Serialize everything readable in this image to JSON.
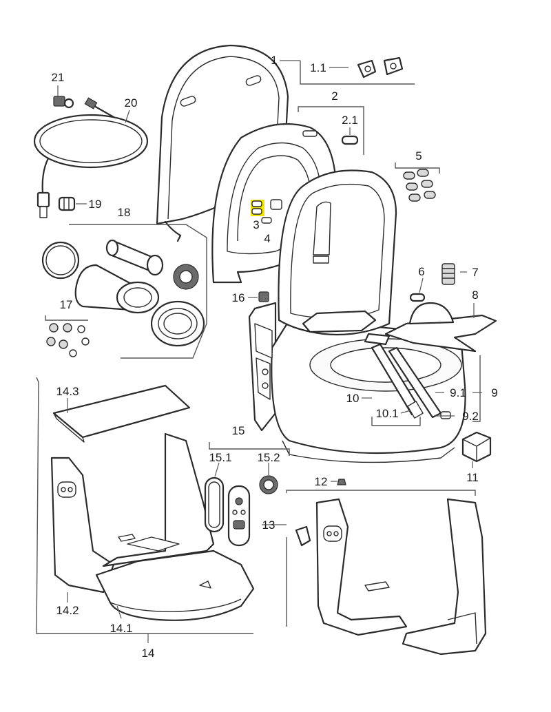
{
  "labels": {
    "p1": "1",
    "p1_1": "1.1",
    "p2": "2",
    "p2_1": "2.1",
    "p3": "3",
    "p4": "4",
    "p5": "5",
    "p6": "6",
    "p7": "7",
    "p8": "8",
    "p9": "9",
    "p9_1": "9.1",
    "p9_2": "9.2",
    "p10": "10",
    "p10_1": "10.1",
    "p11": "11",
    "p12": "12",
    "p13": "13",
    "p14": "14",
    "p14_1": "14.1",
    "p14_2": "14.2",
    "p14_3": "14.3",
    "p15": "15",
    "p15_1": "15.1",
    "p15_2": "15.2",
    "p16": "16",
    "p17": "17",
    "p18": "18",
    "p19": "19",
    "p20": "20",
    "p21": "21"
  },
  "colors": {
    "outline": "#2b2b2b",
    "highlight": "#f2e600",
    "fill": "#ffffff",
    "shade": "#d9d9d9"
  }
}
